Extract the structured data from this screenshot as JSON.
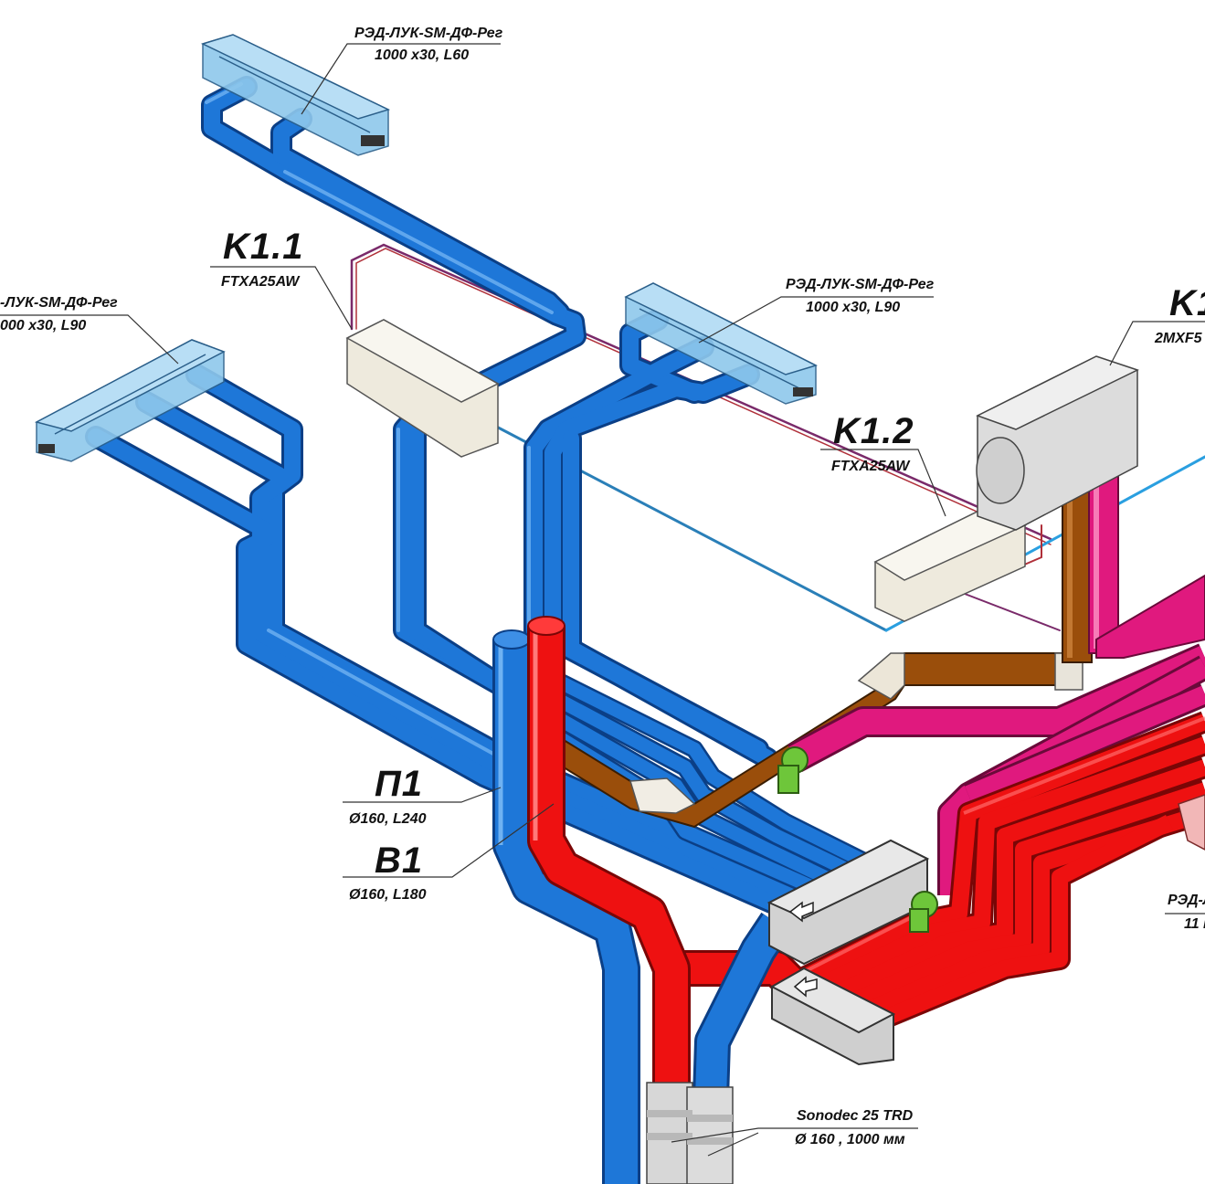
{
  "colors": {
    "supply_blue": "#1e77d8",
    "exhaust_red": "#ee1111",
    "magenta": "#e0197e",
    "brown": "#9a4e0b",
    "grille_blue": "#8ec8ec",
    "unit_gray": "#dcdcdc",
    "indoor_unit": "#eeeadd",
    "fan_green": "#6ec63a"
  },
  "labels": {
    "grille_top": {
      "name": "РЭД-ЛУК-SM-ДФ-Рег",
      "size": "1000 x30,  L60"
    },
    "grille_left": {
      "name": "-ЛУК-SM-ДФ-Рег",
      "size": "000 x30,  L90"
    },
    "grille_mid": {
      "name": "РЭД-ЛУК-SM-ДФ-Рег",
      "size": "1000 x30,  L90"
    },
    "k11": {
      "name": "K1.1",
      "model": "FTXA25AW"
    },
    "k12": {
      "name": "K1.2",
      "model": "FTXA25AW"
    },
    "k1": {
      "name": "K1",
      "model": "2MXF5"
    },
    "p1": {
      "name": "П1",
      "spec": "Ø160,  L240"
    },
    "b1": {
      "name": "B1",
      "spec": "Ø160,  L180"
    },
    "grille_right": {
      "name": "РЭД-Л",
      "size": "11 L"
    },
    "silencer": {
      "name": "Sonodec 25 TRD",
      "spec": "Ø 160 , 1000 мм"
    }
  },
  "icons": [
    "arrow-left-icon",
    "arrow-left-icon"
  ]
}
